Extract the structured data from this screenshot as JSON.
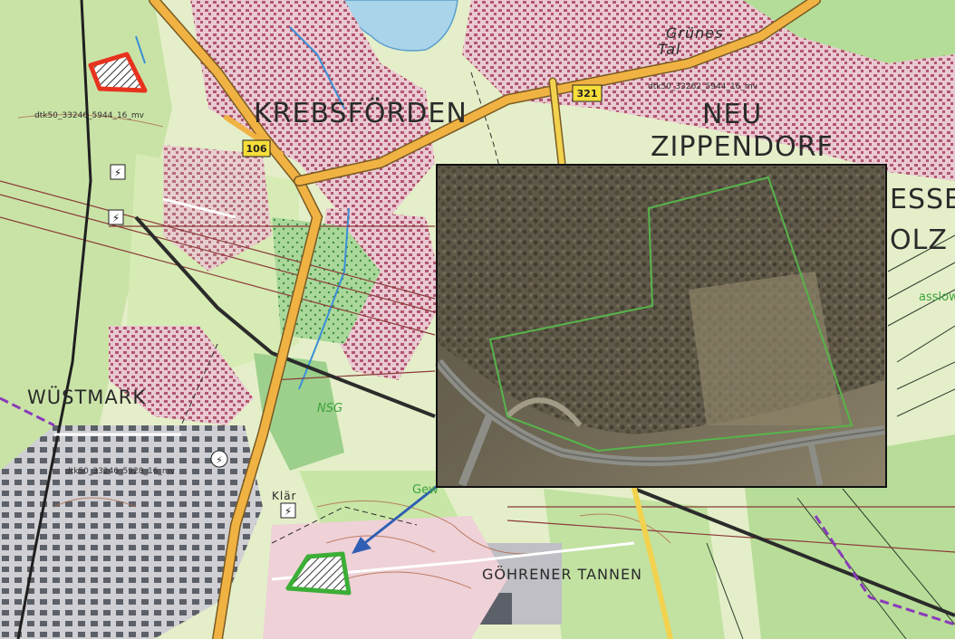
{
  "map": {
    "labels": {
      "krebsforden": "KREBSFÖRDEN",
      "neu": "NEU",
      "zippendorf": "ZIPPENDORF",
      "wustmark": "WÜSTMARK",
      "gohrener_tannen": "GÖHRENER TANNEN",
      "gruenes_tal_1": "Grünes",
      "gruenes_tal_2": "Tal",
      "esser": "ESSER",
      "olz": "OLZ",
      "nsg": "NSG",
      "klar": "Klär",
      "gew": "Gew",
      "asslow": "asslow"
    },
    "roads": {
      "r106": "106",
      "r321": "321"
    },
    "tile_ids": {
      "t1": "dtk50_33246_5944_16_mv",
      "t2": "dtk50_33262_5944_16_mv",
      "t3": "dtk50_33246_5928_16_mv"
    },
    "markers": {
      "site_red": "#e8321e",
      "site_green": "#3cae36",
      "arrow": "#2f5fb4"
    }
  },
  "inset": {
    "type": "aerial-photo"
  }
}
